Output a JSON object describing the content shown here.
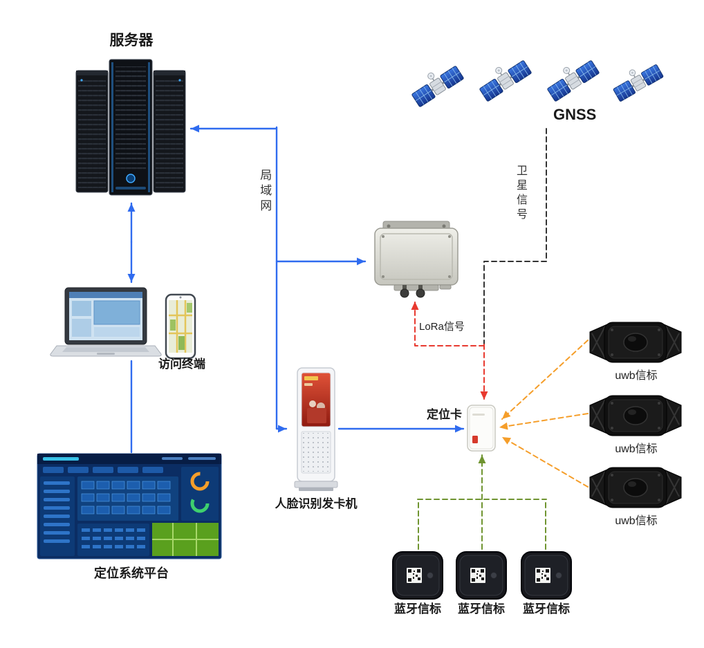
{
  "labels": {
    "server": "服务器",
    "lan": "局域网",
    "gnss": "GNSS",
    "satellite_signal": "卫星信号",
    "lora_signal": "LoRa信号",
    "access_terminal": "访问终端",
    "positioning_platform": "定位系统平台",
    "face_card_dispenser": "人脸识别发卡机",
    "positioning_card": "定位卡",
    "uwb_beacons": [
      "uwb信标",
      "uwb信标",
      "uwb信标"
    ],
    "bluetooth_beacons": [
      "蓝牙信标",
      "蓝牙信标",
      "蓝牙信标"
    ]
  },
  "colors": {
    "lan_line": "#2f6bef",
    "lora_signal_line": "#e8392f",
    "satellite_signal_line": "#333333",
    "uwb_signal_line": "#f59e2a",
    "bluetooth_signal_line": "#6f9430"
  },
  "icons": {
    "server": "server-rack-icon",
    "access_terminal": "laptop-icon smartphone-icon",
    "positioning_platform": "dashboard-screenshot",
    "face_card_dispenser": "kiosk-icon",
    "lora_gateway": "lora-gateway-icon",
    "positioning_card": "positioning-card-icon",
    "gnss": "gnss-satellite-icon",
    "uwb": "uwb-beacon-icon",
    "bluetooth": "bluetooth-beacon-icon"
  }
}
